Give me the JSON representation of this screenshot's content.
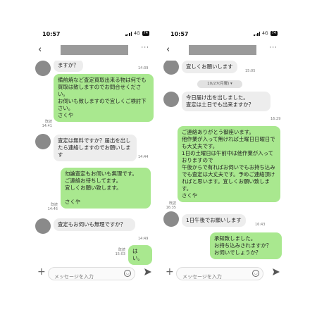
{
  "status": {
    "time": "10:57",
    "network": "4G",
    "battery": "74"
  },
  "composer": {
    "placeholder": "メッセージを入力"
  },
  "left": {
    "messages": [
      {
        "side": "in",
        "text": "ますか？",
        "time": "14:39"
      },
      {
        "side": "out",
        "text": "備前焼など査定買取出来る物は何でも買取は致しますのでお問合せください。\nお伺いも致しますので宜しくご検討下さい。\nさくや",
        "read": "既読",
        "time": "14:41"
      },
      {
        "side": "in",
        "text": "査定は無料ですか？届出を出したら連絡しますのでお願いします",
        "time": "14:44"
      },
      {
        "side": "out",
        "text": "勿論査定もお伺いも無理です。\nご連絡お待ちしてます。\n宜しくお願い致します。\n\nさくや",
        "read": "既読",
        "time": "14:46"
      },
      {
        "side": "in",
        "text": "査定もお伺いも無理ですか？",
        "time": "14:49"
      },
      {
        "side": "out",
        "text": "はい。",
        "read": "既読",
        "time": "15:03"
      }
    ]
  },
  "right": {
    "messages": [
      {
        "side": "in",
        "text": "宜しくお願いします",
        "time": "15:05"
      },
      {
        "side": "date",
        "text": "10/27(月曜) ▾"
      },
      {
        "side": "in",
        "text": "今日届け出を出しました。\n査定は土日でも出来ますか？",
        "time": "16:29"
      },
      {
        "side": "out",
        "text": "ご連絡ありがとう御座います。\n他作業が入って無ければ土曜日日曜日でも大丈夫です。\n1日の土曜日は午前中は他作業が入っておりますので\n午後からで有ればお伺いでもお持ち込みでも査定は大丈夫です。予めご連絡頂ければと思います。宜しくお願い致します。\nさくや",
        "read": "既読",
        "time": "16:35"
      },
      {
        "side": "in",
        "text": "1日午後でお願いします",
        "time": "16:43"
      },
      {
        "side": "out",
        "text": "承知致しました。\nお持ち込みされますか？\nお伺いでしょうか？"
      }
    ]
  }
}
